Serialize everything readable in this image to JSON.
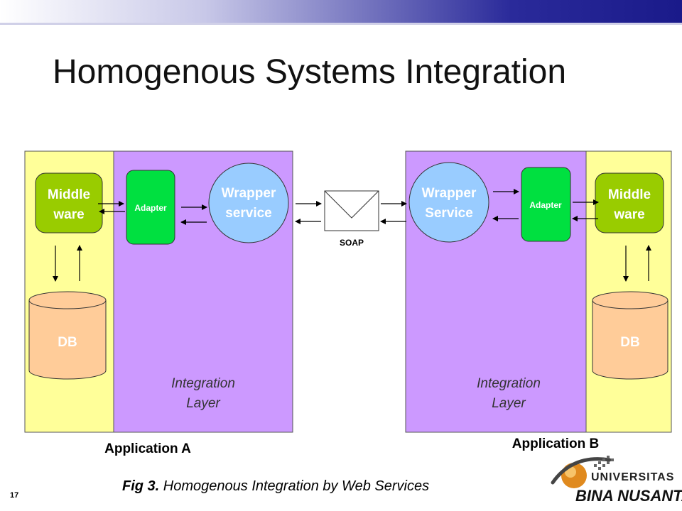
{
  "slide": {
    "title": "Homogenous Systems Integration",
    "number": "17"
  },
  "caption": {
    "label": "Fig 3.",
    "text": " Homogenous Integration by Web Services"
  },
  "app_a": {
    "label": "Application A",
    "middleware": [
      "Middle",
      "ware"
    ],
    "db": "DB",
    "adapter": "Adapter",
    "wrapper": [
      "Wrapper",
      "service"
    ],
    "integration": [
      "Integration",
      "Layer"
    ]
  },
  "app_b": {
    "label": "Application B",
    "middleware": [
      "Middle",
      "ware"
    ],
    "db": "DB",
    "adapter": "Adapter",
    "wrapper": [
      "Wrapper",
      "Service"
    ],
    "integration": [
      "Integration",
      "Layer"
    ]
  },
  "soap_label": "SOAP",
  "logo": {
    "top": "UNIVERSITAS",
    "bottom": "BINA NUSANTARA"
  },
  "colors": {
    "app_panel": "#ffff99",
    "integration_panel": "#cc99ff",
    "middleware": "#99cc00",
    "adapter": "#00e040",
    "wrapper": "#99ccff",
    "db": "#ffcc99"
  }
}
